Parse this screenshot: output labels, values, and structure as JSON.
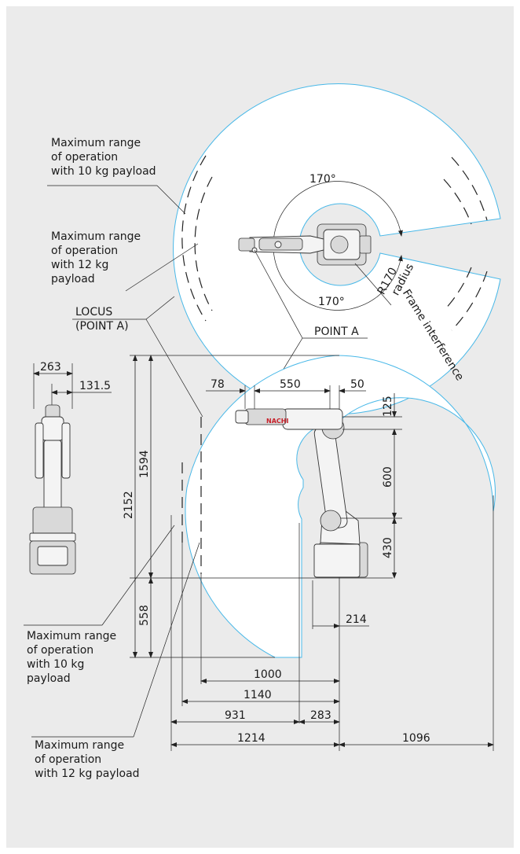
{
  "top_view": {
    "label_10kg": [
      "Maximum range",
      "of operation",
      "with 10 kg payload"
    ],
    "label_12kg": [
      "Maximum range",
      "of operation",
      "with 12 kg",
      "payload"
    ],
    "angle_top": "170°",
    "angle_bottom": "170°",
    "frame_interference": [
      "Frame interference",
      "radius",
      "R170"
    ],
    "locus": [
      "LOCUS",
      "(POINT A)"
    ],
    "point_a": "POINT A"
  },
  "front_view": {
    "width_263": "263",
    "width_131_5": "131.5"
  },
  "side_view": {
    "dim_78": "78",
    "dim_550": "550",
    "dim_50": "50",
    "dim_125": "125",
    "dim_600": "600",
    "dim_430": "430",
    "dim_2152": "2152",
    "dim_1594": "1594",
    "dim_558": "558",
    "dim_214": "214",
    "dim_1000": "1000",
    "dim_1140": "1140",
    "dim_931": "931",
    "dim_283": "283",
    "dim_1214": "1214",
    "dim_1096": "1096",
    "label_10kg": [
      "Maximum range",
      "of operation",
      "with 10 kg",
      "payload"
    ],
    "label_12kg": [
      "Maximum range",
      "of operation",
      "with 12 kg payload"
    ],
    "brand": "NACHI"
  }
}
